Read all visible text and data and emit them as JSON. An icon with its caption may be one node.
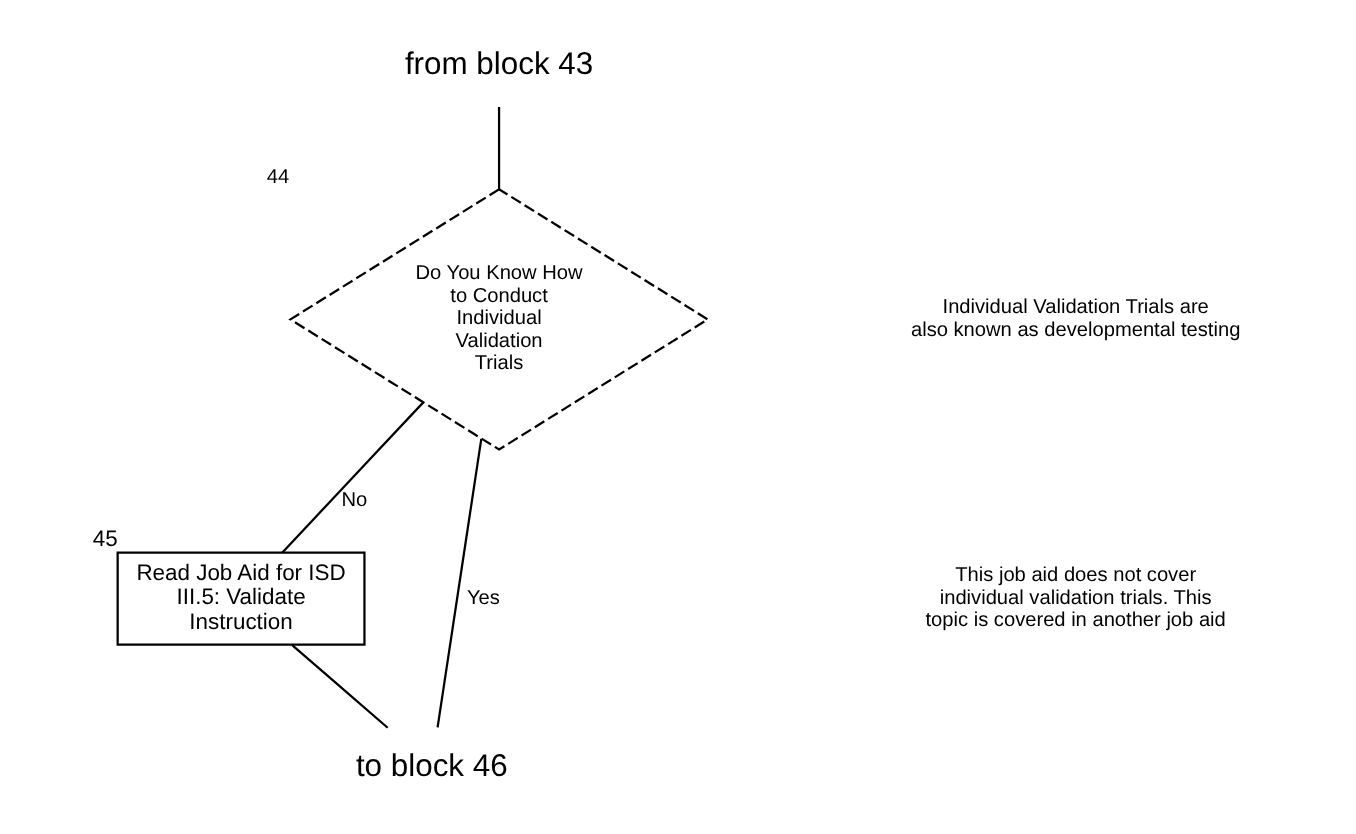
{
  "diagram": {
    "nodes": [
      {
        "text": [
          "from block 43"
        ]
      },
      {
        "text": [
          "Do You Know How to Conduct Individual Validation Trials"
        ],
        "beside": [
          "44"
        ]
      },
      {
        "text": [
          "Read Job Aid for ISD III.5: Validate Instruction"
        ],
        "beside": [
          "45"
        ]
      },
      {
        "text": [
          "to block 46"
        ]
      }
    ],
    "edges": [
      {
        "from": 0,
        "to": 1,
        "arrow": "none"
      },
      {
        "from": 1,
        "to": 2,
        "arrow": "none",
        "label": "No"
      },
      {
        "from": 1,
        "to": 3,
        "arrow": "none",
        "label": "Yes"
      },
      {
        "from": 2,
        "to": 3,
        "arrow": "none"
      }
    ],
    "labels": [
      "Individual Validation Trials are also known as developmental testing",
      "This job aid does not cover individual validation trials. This topic is covered in another job aid"
    ]
  }
}
